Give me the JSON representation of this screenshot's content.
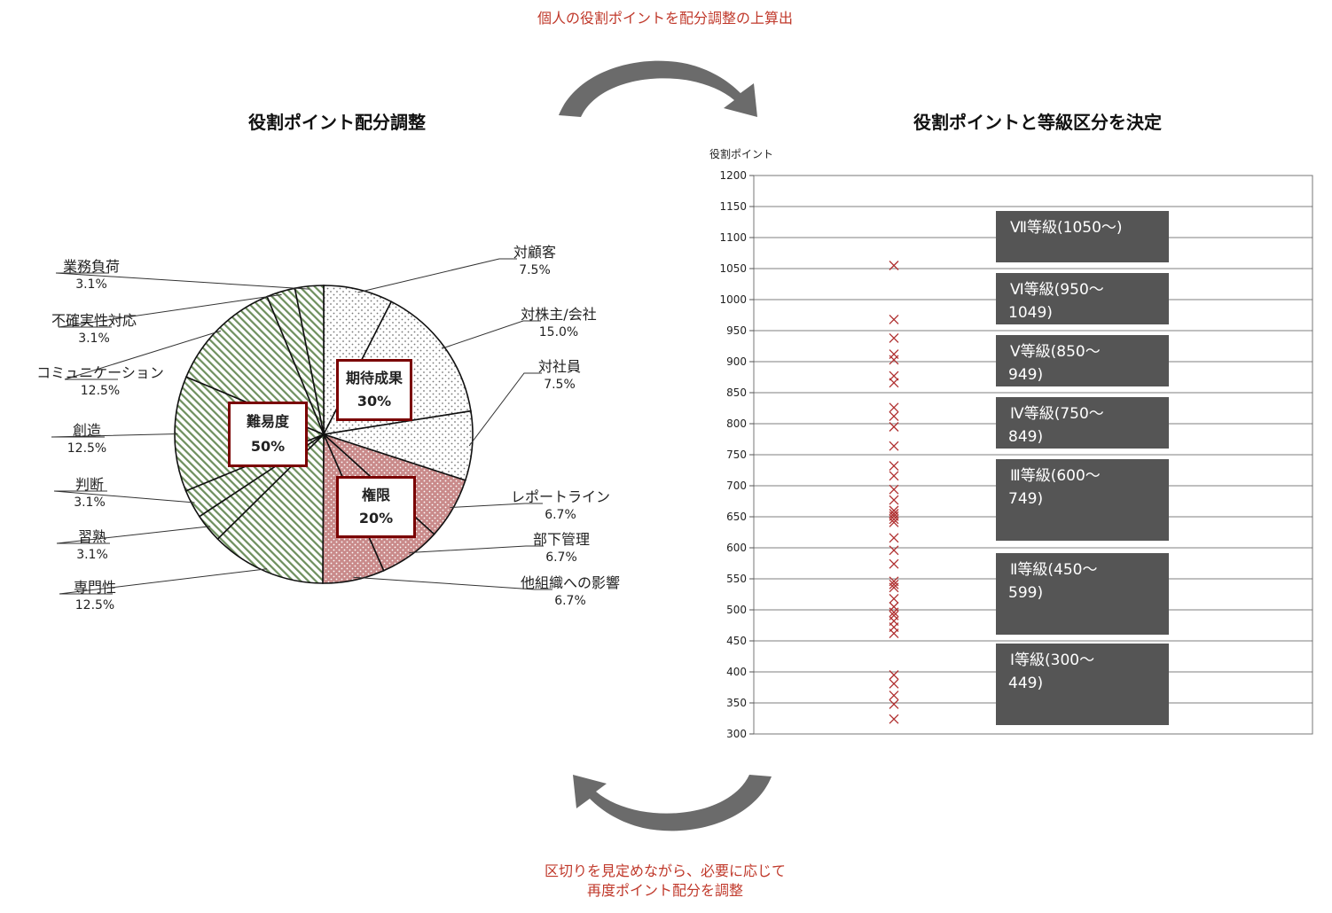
{
  "captions": {
    "top": "個人の役割ポイントを配分調整の上算出",
    "bottom_line1": "区切りを見定めながら、必要に応じて",
    "bottom_line2": "再度ポイント配分を調整"
  },
  "colors": {
    "caption": "#c0392b",
    "arrow": "#6b6b6b",
    "marker": "#b03030",
    "category_border": "#7a0000",
    "grade_box": "#555555",
    "pie_red": "#c98a8a",
    "pie_green": "#6e8f5e"
  },
  "chart_data": [
    {
      "type": "pie",
      "title": "役割ポイント配分調整",
      "slices": [
        {
          "label": "対顧客",
          "value": 7.5,
          "display": "7.5%",
          "group": "期待成果",
          "fill": "dots"
        },
        {
          "label": "対株主/会社",
          "value": 15.0,
          "display": "15.0%",
          "group": "期待成果",
          "fill": "dots"
        },
        {
          "label": "対社員",
          "value": 7.5,
          "display": "7.5%",
          "group": "期待成果",
          "fill": "dots"
        },
        {
          "label": "レポートライン",
          "value": 6.7,
          "display": "6.7%",
          "group": "権限",
          "fill": "red"
        },
        {
          "label": "部下管理",
          "value": 6.7,
          "display": "6.7%",
          "group": "権限",
          "fill": "red"
        },
        {
          "label": "他組織への影響",
          "value": 6.7,
          "display": "6.7%",
          "group": "権限",
          "fill": "red"
        },
        {
          "label": "専門性",
          "value": 12.5,
          "display": "12.5%",
          "group": "難易度",
          "fill": "green"
        },
        {
          "label": "習熟",
          "value": 3.1,
          "display": "3.1%",
          "group": "難易度",
          "fill": "green"
        },
        {
          "label": "判断",
          "value": 3.1,
          "display": "3.1%",
          "group": "難易度",
          "fill": "green"
        },
        {
          "label": "創造",
          "value": 12.5,
          "display": "12.5%",
          "group": "難易度",
          "fill": "green"
        },
        {
          "label": "コミュニケーション",
          "value": 12.5,
          "display": "12.5%",
          "group": "難易度",
          "fill": "green"
        },
        {
          "label": "不確実性対応",
          "value": 3.1,
          "display": "3.1%",
          "group": "難易度",
          "fill": "green"
        },
        {
          "label": "業務負荷",
          "value": 3.1,
          "display": "3.1%",
          "group": "難易度",
          "fill": "green"
        }
      ],
      "categories": [
        {
          "name": "期待成果",
          "percent": "30%"
        },
        {
          "name": "権限",
          "percent": "20%"
        },
        {
          "name": "難易度",
          "percent": "50%"
        }
      ]
    },
    {
      "type": "scatter",
      "title": "役割ポイントと等級区分を決定",
      "ylabel": "役割ポイント",
      "ylim": [
        300,
        1200
      ],
      "yticks": [
        300,
        350,
        400,
        450,
        500,
        550,
        600,
        650,
        700,
        750,
        800,
        850,
        900,
        950,
        1000,
        1050,
        1100,
        1150,
        1200
      ],
      "grid": true,
      "marker": "x",
      "points": [
        1055,
        968,
        938,
        912,
        903,
        877,
        866,
        826,
        812,
        795,
        764,
        732,
        716,
        694,
        677,
        660,
        655,
        651,
        646,
        641,
        616,
        596,
        574,
        546,
        541,
        536,
        518,
        505,
        496,
        491,
        482,
        472,
        462,
        395,
        381,
        362,
        348,
        324
      ],
      "grades": [
        {
          "label_line1": "Ⅶ等級(1050〜)",
          "label_line2": "",
          "from": 1050,
          "to": 1200
        },
        {
          "label_line1": "Ⅵ等級(950〜",
          "label_line2": "1049)",
          "from": 950,
          "to": 1049
        },
        {
          "label_line1": "Ⅴ等級(850〜",
          "label_line2": "949)",
          "from": 850,
          "to": 949
        },
        {
          "label_line1": "Ⅳ等級(750〜",
          "label_line2": "849)",
          "from": 750,
          "to": 849
        },
        {
          "label_line1": "Ⅲ等級(600〜",
          "label_line2": "749)",
          "from": 600,
          "to": 749
        },
        {
          "label_line1": "Ⅱ等級(450〜",
          "label_line2": "599)",
          "from": 450,
          "to": 599
        },
        {
          "label_line1": "Ⅰ等級(300〜",
          "label_line2": "449)",
          "from": 300,
          "to": 449
        }
      ]
    }
  ]
}
